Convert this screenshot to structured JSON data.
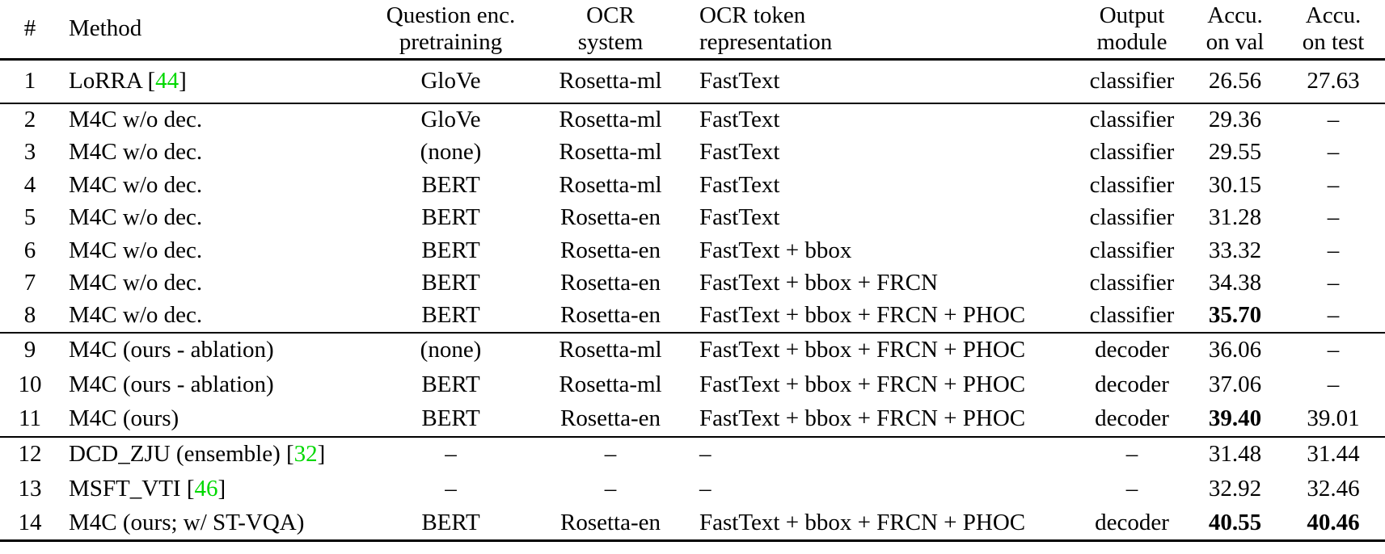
{
  "colors": {
    "citation_green": "#00D800",
    "text": "#000000",
    "rule": "#000000"
  },
  "header": {
    "num": "#",
    "method": "Method",
    "qenc1": "Question enc.",
    "qenc2": "pretraining",
    "ocr1": "OCR",
    "ocr2": "system",
    "tok1": "OCR token",
    "tok2": "representation",
    "out1": "Output",
    "out2": "module",
    "val1": "Accu.",
    "val2": "on val",
    "test1": "Accu.",
    "test2": "on test"
  },
  "rows": [
    {
      "num": "1",
      "mA": "LoRRA [",
      "mCite": "44",
      "mB": "]",
      "qenc": "GloVe",
      "ocr": "Rosetta-ml",
      "tok": "FastText",
      "out": "classifier",
      "val": "26.56",
      "test": "27.63"
    },
    {
      "num": "2",
      "mA": "M4C w/o dec.",
      "qenc": "GloVe",
      "ocr": "Rosetta-ml",
      "tok": "FastText",
      "out": "classifier",
      "val": "29.36",
      "test": "–"
    },
    {
      "num": "3",
      "mA": "M4C w/o dec.",
      "qenc": "(none)",
      "ocr": "Rosetta-ml",
      "tok": "FastText",
      "out": "classifier",
      "val": "29.55",
      "test": "–"
    },
    {
      "num": "4",
      "mA": "M4C w/o dec.",
      "qenc": "BERT",
      "ocr": "Rosetta-ml",
      "tok": "FastText",
      "out": "classifier",
      "val": "30.15",
      "test": "–"
    },
    {
      "num": "5",
      "mA": "M4C w/o dec.",
      "qenc": "BERT",
      "ocr": "Rosetta-en",
      "tok": "FastText",
      "out": "classifier",
      "val": "31.28",
      "test": "–"
    },
    {
      "num": "6",
      "mA": "M4C w/o dec.",
      "qenc": "BERT",
      "ocr": "Rosetta-en",
      "tok": "FastText + bbox",
      "out": "classifier",
      "val": "33.32",
      "test": "–"
    },
    {
      "num": "7",
      "mA": "M4C w/o dec.",
      "qenc": "BERT",
      "ocr": "Rosetta-en",
      "tok": "FastText + bbox + FRCN",
      "out": "classifier",
      "val": "34.38",
      "test": "–"
    },
    {
      "num": "8",
      "mA": "M4C w/o dec.",
      "qenc": "BERT",
      "ocr": "Rosetta-en",
      "tok": "FastText + bbox + FRCN + PHOC",
      "out": "classifier",
      "val": "35.70",
      "test": "–"
    },
    {
      "num": "9",
      "mA": "M4C (ours - ablation)",
      "qenc": "(none)",
      "ocr": "Rosetta-ml",
      "tok": "FastText + bbox + FRCN + PHOC",
      "out": "decoder",
      "val": "36.06",
      "test": "–"
    },
    {
      "num": "10",
      "mA": "M4C (ours - ablation)",
      "qenc": "BERT",
      "ocr": "Rosetta-ml",
      "tok": "FastText + bbox + FRCN + PHOC",
      "out": "decoder",
      "val": "37.06",
      "test": "–"
    },
    {
      "num": "11",
      "mA": "M4C (ours)",
      "qenc": "BERT",
      "ocr": "Rosetta-en",
      "tok": "FastText + bbox + FRCN + PHOC",
      "out": "decoder",
      "val": "39.40",
      "test": "39.01"
    },
    {
      "num": "12",
      "mA": "DCD_ZJU (ensemble) [",
      "mCite": "32",
      "mB": "]",
      "qenc": "–",
      "ocr": "–",
      "tok": "–",
      "out": "–",
      "val": "31.48",
      "test": "31.44"
    },
    {
      "num": "13",
      "mA": "MSFT_VTI [",
      "mCite": "46",
      "mB": "]",
      "qenc": "–",
      "ocr": "–",
      "tok": "–",
      "out": "–",
      "val": "32.92",
      "test": "32.46"
    },
    {
      "num": "14",
      "mA": "M4C (ours; w/ ST-VQA)",
      "qenc": "BERT",
      "ocr": "Rosetta-en",
      "tok": "FastText + bbox + FRCN + PHOC",
      "out": "decoder",
      "val": "40.55",
      "test": "40.46"
    }
  ]
}
